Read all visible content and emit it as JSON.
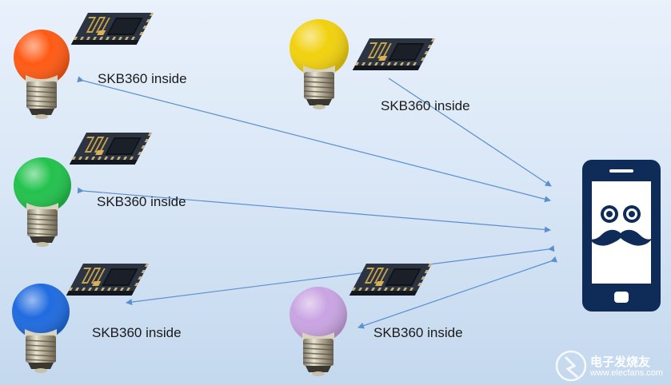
{
  "module_label": "SKB360 inside",
  "bulbs": [
    {
      "name": "orange",
      "color": "#ff5a14"
    },
    {
      "name": "yellow",
      "color": "#f1d10e"
    },
    {
      "name": "green",
      "color": "#22c24d"
    },
    {
      "name": "blue",
      "color": "#1f6be0"
    },
    {
      "name": "purple",
      "color": "#c9a4e2"
    }
  ],
  "phone": {
    "body_color": "#0e2c57",
    "screen_color": "#ffffff"
  },
  "arrow_color": "#5a8fd0",
  "watermark": {
    "brand": "电子发烧友",
    "url": "www.elecfans.com"
  }
}
